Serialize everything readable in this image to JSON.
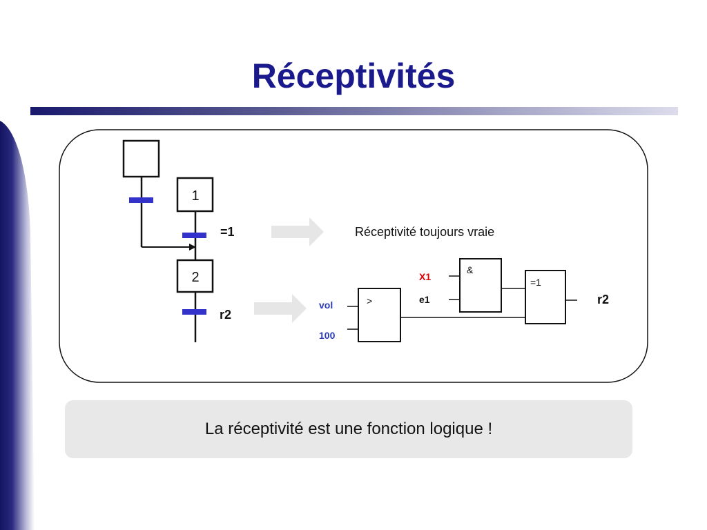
{
  "slide": {
    "title": "Réceptivités",
    "note": "La réceptivité est une fonction logique !"
  },
  "grafcet": {
    "step1_label": "1",
    "step2_label": "2",
    "transition1_label": "=1",
    "transition2_label": "r2"
  },
  "explanation": {
    "always_true": "Réceptivité toujours vraie"
  },
  "logic": {
    "input_x1": "X1",
    "input_e1": "e1",
    "input_vol": "vol",
    "input_100": "100",
    "and_gate_symbol": "&",
    "or_gate_symbol": "=1",
    "compare_gate_symbol": ">",
    "output_r2": "r2"
  },
  "colors": {
    "title": "#1a1a8c",
    "band_dark": "#1c1c6e",
    "transition": "#3333cc",
    "x1_input": "#dd0000",
    "analog_input": "#2a3ab8",
    "arrow": "#e6e6e6",
    "note_bg": "#e8e8e8"
  }
}
